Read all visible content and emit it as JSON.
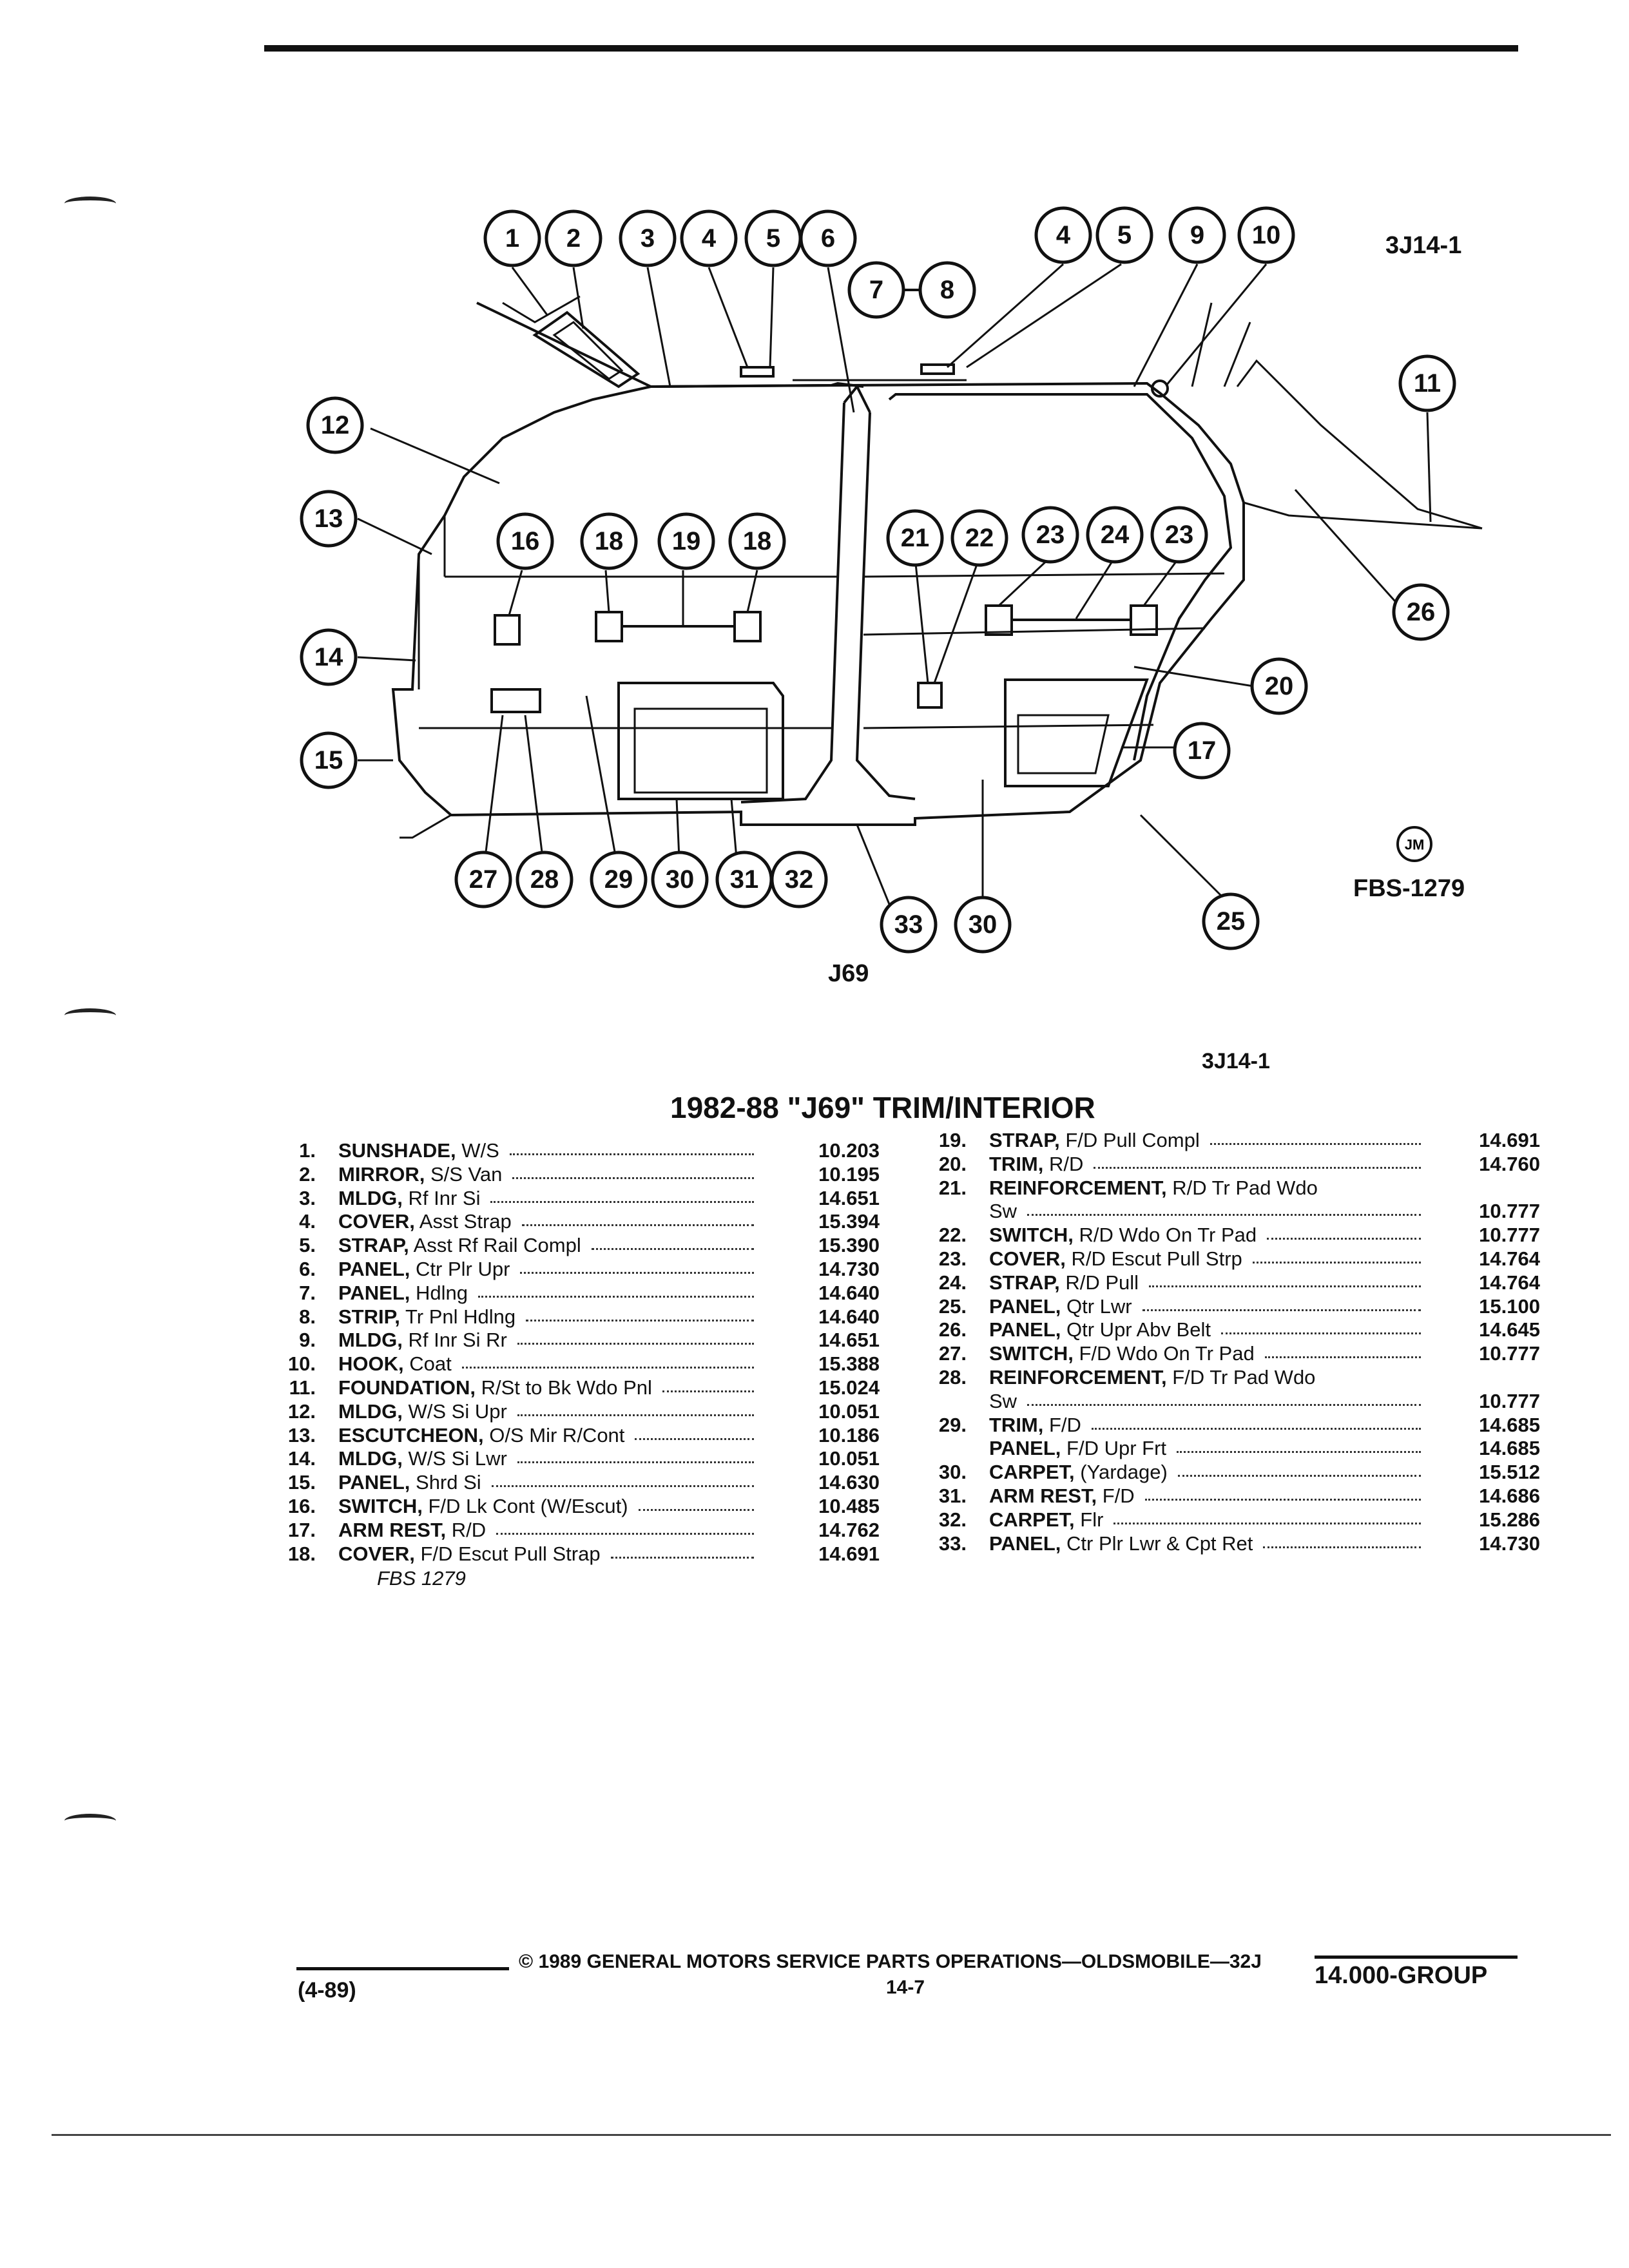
{
  "figure": {
    "code_top": "3J14-1",
    "code_side": "FBS-1279",
    "jm_badge": "JM",
    "model_label": "J69",
    "code_under": "3J14-1"
  },
  "table": {
    "title": "1982-88 \"J69\" TRIM/INTERIOR",
    "left": [
      {
        "num": "1.",
        "name": "SUNSHADE,",
        "desc": "W/S",
        "code": "10.203"
      },
      {
        "num": "2.",
        "name": "MIRROR,",
        "desc": "S/S Van",
        "code": "10.195"
      },
      {
        "num": "3.",
        "name": "MLDG,",
        "desc": "Rf Inr Si",
        "code": "14.651"
      },
      {
        "num": "4.",
        "name": "COVER,",
        "desc": "Asst Strap",
        "code": "15.394"
      },
      {
        "num": "5.",
        "name": "STRAP,",
        "desc": "Asst Rf Rail Compl",
        "code": "15.390"
      },
      {
        "num": "6.",
        "name": "PANEL,",
        "desc": "Ctr Plr Upr",
        "code": "14.730"
      },
      {
        "num": "7.",
        "name": "PANEL,",
        "desc": "Hdlng",
        "code": "14.640"
      },
      {
        "num": "8.",
        "name": "STRIP,",
        "desc": "Tr Pnl Hdlng",
        "code": "14.640"
      },
      {
        "num": "9.",
        "name": "MLDG,",
        "desc": "Rf Inr Si Rr",
        "code": "14.651"
      },
      {
        "num": "10.",
        "name": "HOOK,",
        "desc": "Coat",
        "code": "15.388"
      },
      {
        "num": "11.",
        "name": "FOUNDATION,",
        "desc": "R/St to Bk Wdo Pnl",
        "code": "15.024"
      },
      {
        "num": "12.",
        "name": "MLDG,",
        "desc": "W/S Si Upr",
        "code": "10.051"
      },
      {
        "num": "13.",
        "name": "ESCUTCHEON,",
        "desc": "O/S Mir R/Cont",
        "code": "10.186"
      },
      {
        "num": "14.",
        "name": "MLDG,",
        "desc": "W/S Si Lwr",
        "code": "10.051"
      },
      {
        "num": "15.",
        "name": "PANEL,",
        "desc": "Shrd Si",
        "code": "14.630"
      },
      {
        "num": "16.",
        "name": "SWITCH,",
        "desc": "F/D Lk Cont (W/Escut)",
        "code": "10.485"
      },
      {
        "num": "17.",
        "name": "ARM REST,",
        "desc": "R/D",
        "code": "14.762"
      },
      {
        "num": "18.",
        "name": "COVER,",
        "desc": "F/D Escut Pull Strap",
        "code": "14.691"
      }
    ],
    "left_footnote": "FBS 1279",
    "right": [
      {
        "num": "19.",
        "name": "STRAP,",
        "desc": "F/D Pull Compl",
        "code": "14.691"
      },
      {
        "num": "20.",
        "name": "TRIM,",
        "desc": "R/D",
        "code": "14.760"
      },
      {
        "num": "21.",
        "name": "REINFORCEMENT,",
        "desc": "R/D Tr Pad Wdo",
        "code": ""
      },
      {
        "num": "",
        "name": "",
        "desc": "Sw",
        "code": "10.777"
      },
      {
        "num": "22.",
        "name": "SWITCH,",
        "desc": "R/D Wdo On Tr Pad",
        "code": "10.777"
      },
      {
        "num": "23.",
        "name": "COVER,",
        "desc": "R/D Escut Pull Strp",
        "code": "14.764"
      },
      {
        "num": "24.",
        "name": "STRAP,",
        "desc": "R/D Pull",
        "code": "14.764"
      },
      {
        "num": "25.",
        "name": "PANEL,",
        "desc": "Qtr Lwr",
        "code": "15.100"
      },
      {
        "num": "26.",
        "name": "PANEL,",
        "desc": "Qtr Upr Abv Belt",
        "code": "14.645"
      },
      {
        "num": "27.",
        "name": "SWITCH,",
        "desc": "F/D Wdo On Tr Pad",
        "code": "10.777"
      },
      {
        "num": "28.",
        "name": "REINFORCEMENT,",
        "desc": "F/D Tr Pad Wdo",
        "code": ""
      },
      {
        "num": "",
        "name": "",
        "desc": "Sw",
        "code": "10.777"
      },
      {
        "num": "29.",
        "name": "TRIM,",
        "desc": "F/D",
        "code": "14.685"
      },
      {
        "num": "",
        "name": "PANEL,",
        "desc": "F/D Upr Frt",
        "code": "14.685"
      },
      {
        "num": "30.",
        "name": "CARPET,",
        "desc": "(Yardage)",
        "code": "15.512"
      },
      {
        "num": "31.",
        "name": "ARM REST,",
        "desc": "F/D",
        "code": "14.686"
      },
      {
        "num": "32.",
        "name": "CARPET,",
        "desc": "Flr",
        "code": "15.286"
      },
      {
        "num": "33.",
        "name": "PANEL,",
        "desc": "Ctr Plr Lwr & Cpt Ret",
        "code": "14.730"
      }
    ]
  },
  "footer": {
    "date": "(4-89)",
    "copyright": "© 1989 GENERAL MOTORS SERVICE PARTS OPERATIONS—OLDSMOBILE—32J",
    "page": "14-7",
    "group": "14.000-GROUP"
  },
  "callouts": [
    "1",
    "2",
    "3",
    "4",
    "5",
    "6",
    "7",
    "8",
    "4",
    "5",
    "9",
    "10",
    "11",
    "12",
    "13",
    "14",
    "15",
    "16",
    "18",
    "19",
    "18",
    "21",
    "22",
    "23",
    "24",
    "23",
    "26",
    "20",
    "17",
    "27",
    "28",
    "29",
    "30",
    "31",
    "32",
    "33",
    "30",
    "25"
  ]
}
